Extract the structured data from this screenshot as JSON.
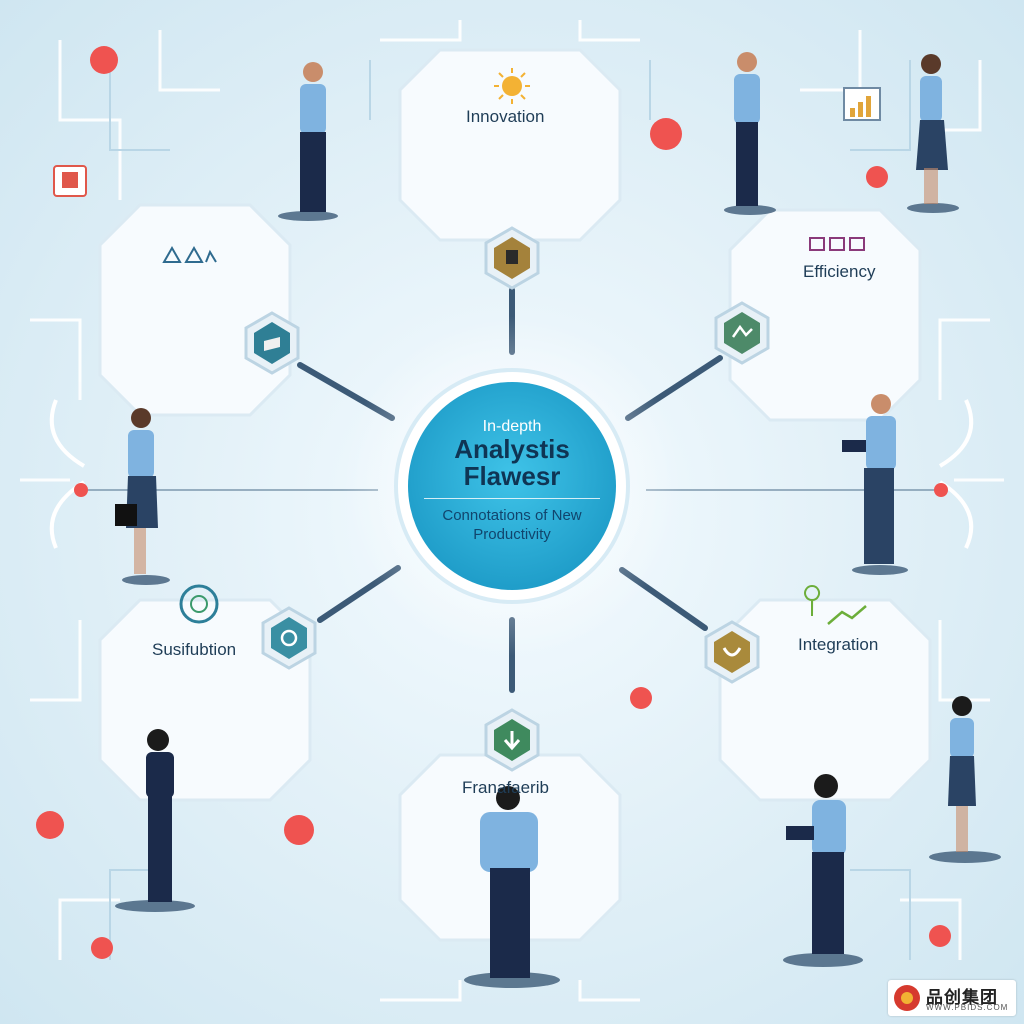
{
  "hub": {
    "line1": "In-depth",
    "line2a": "Analystis",
    "line2b": "Flawesr",
    "line3a": "Connotations of New",
    "line3b": "Productivity"
  },
  "panels": {
    "innovation": "Innovation",
    "efficiency": "Efficiency",
    "integration": "Integration",
    "sustainability": "Susifubtion",
    "framework": "Franafaerib"
  },
  "watermark": {
    "title": "品创集团",
    "subtitle": "WWW.PBIDS.COM"
  },
  "colors": {
    "hub": "#2eb3dc",
    "connector": "#3c5a77",
    "dot": "#ef5350",
    "accent_green": "#5e9b6f",
    "accent_gold": "#c9a24d"
  }
}
